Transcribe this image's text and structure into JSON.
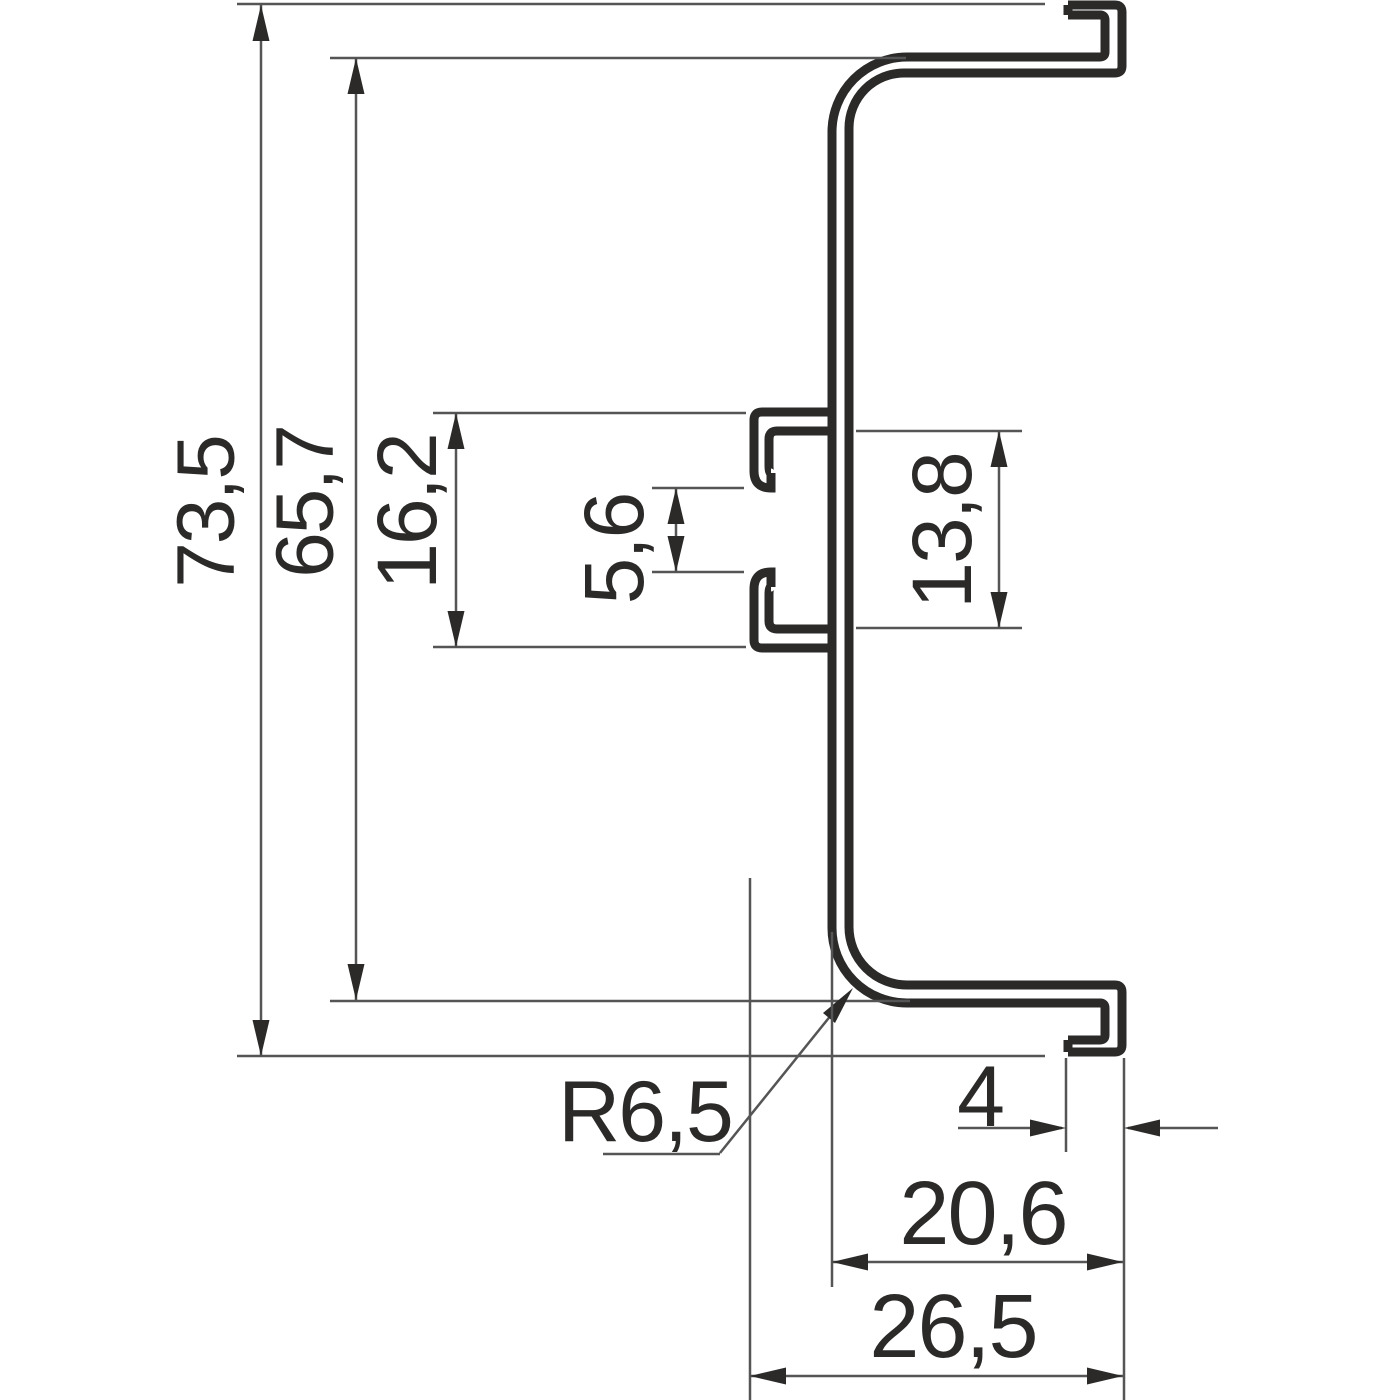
{
  "dimensions": {
    "overall_height": "73,5",
    "inner_height": "65,7",
    "clip_outer_height": "16,2",
    "clip_gap": "5,6",
    "clip_inner_height": "13,8",
    "corner_radius": "R6,5",
    "hook_width": "4",
    "wall_depth": "20,6",
    "overall_depth": "26,5"
  },
  "colors": {
    "background": "#ffffff",
    "profile_line": "#2b2a29",
    "dimension_line": "#555555",
    "text": "#2b2a29"
  }
}
